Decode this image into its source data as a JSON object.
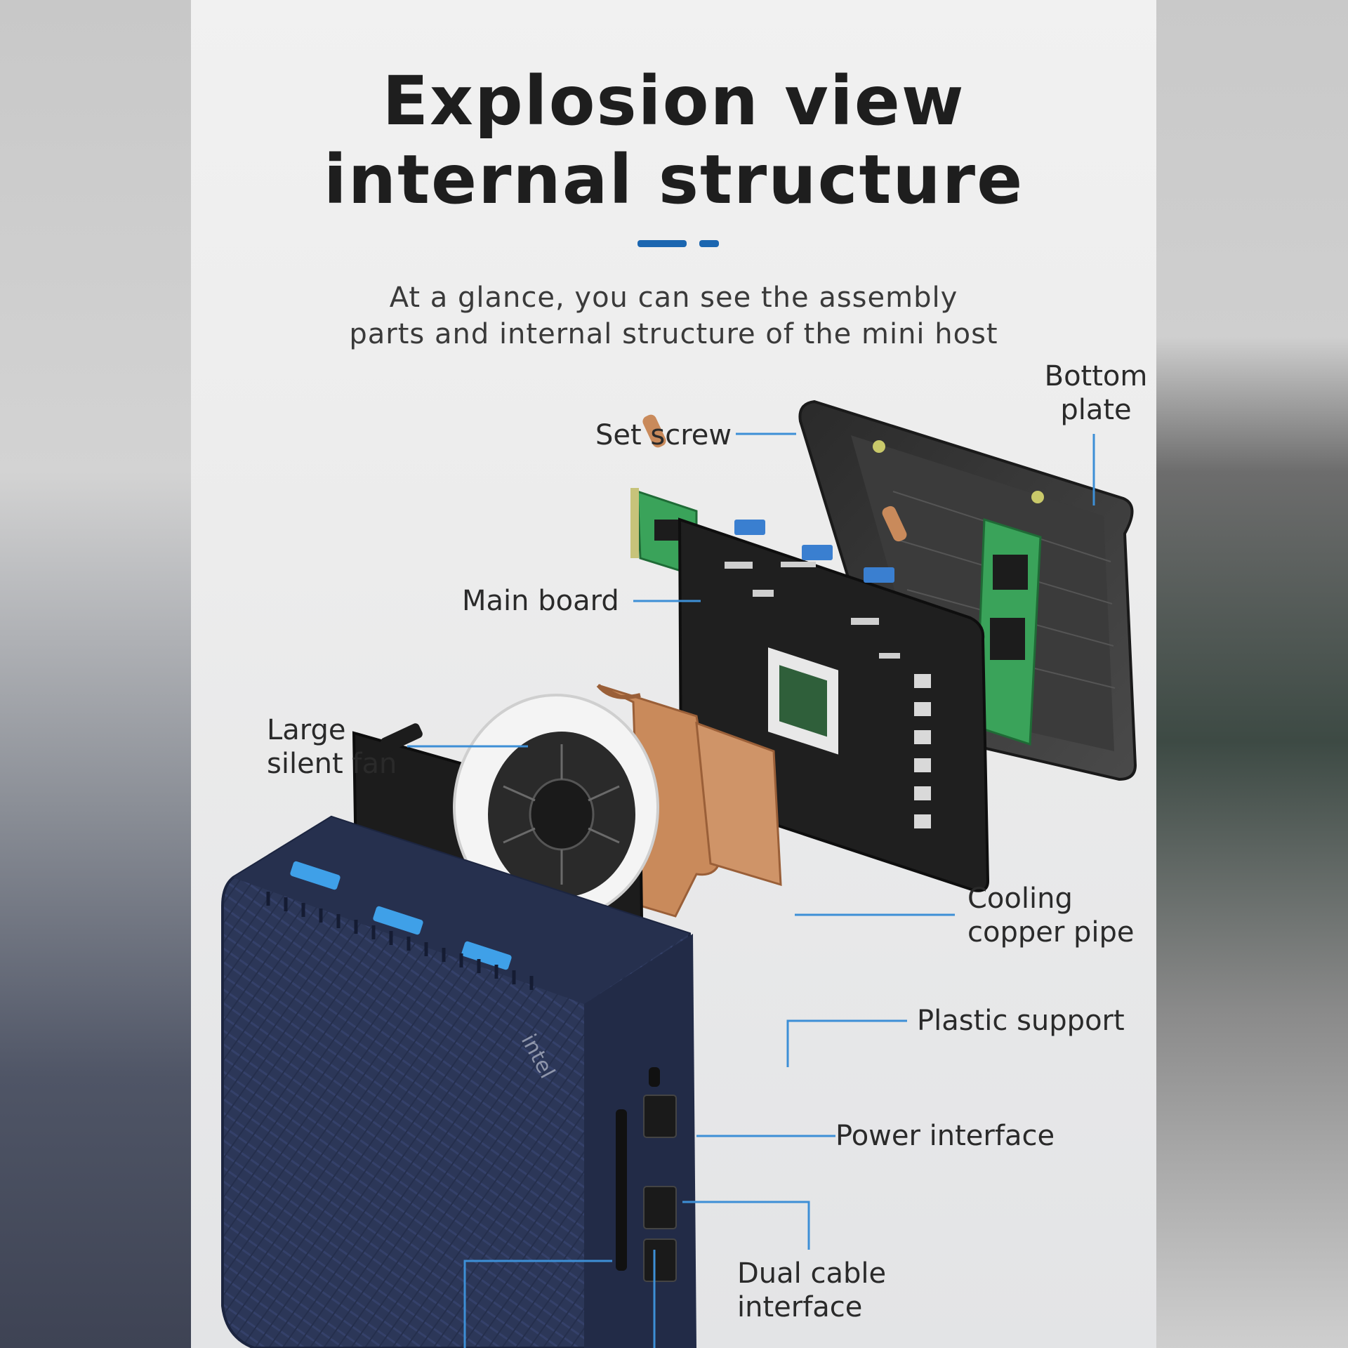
{
  "heading": {
    "line1": "Explosion view",
    "line2": "internal structure"
  },
  "subtitle": {
    "line1": "At a glance, you can see the assembly",
    "line2": "parts and internal structure of the mini host"
  },
  "callouts": {
    "set_screw": "Set screw",
    "bottom_plate_1": "Bottom",
    "bottom_plate_2": "plate",
    "main_board": "Main board",
    "fan_1": "Large",
    "fan_2": "silent fan",
    "cooling_1": "Cooling",
    "cooling_2": "copper pipe",
    "plastic_support": "Plastic support",
    "power_interface": "Power interface",
    "dual_cable_1": "Dual cable",
    "dual_cable_2": "interface"
  },
  "device": {
    "brand": "intel"
  },
  "colors": {
    "accent": "#1b66b0",
    "leader": "#3d8fd6",
    "case": "#2c3758",
    "copper": "#c98a5b",
    "pcb": "#1f1f1f",
    "ram": "#3aa35a"
  }
}
